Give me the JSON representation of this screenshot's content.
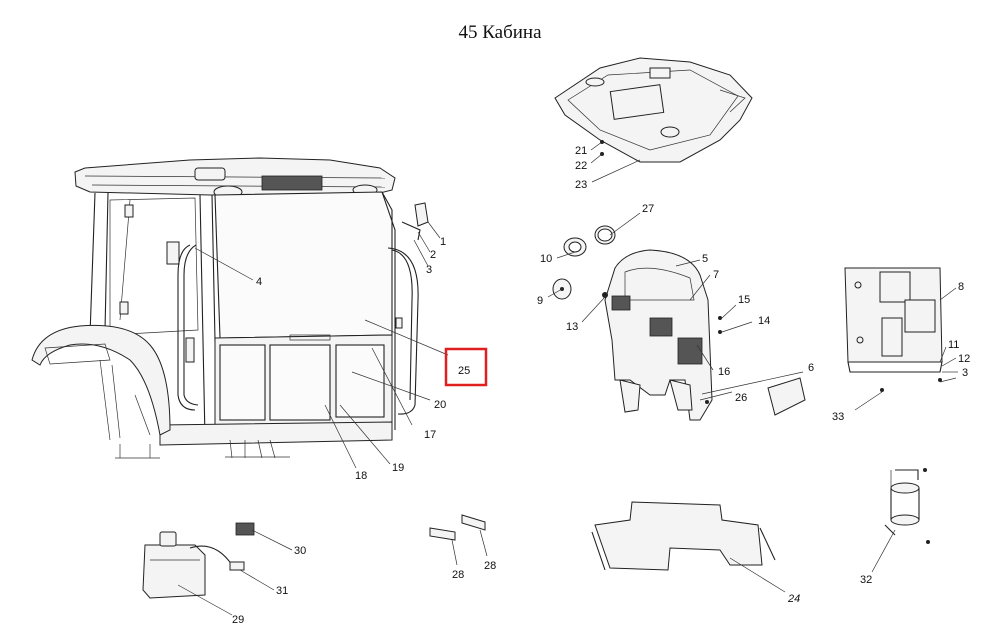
{
  "title": "45 Кабина",
  "highlight_color": "#e02020",
  "callouts": {
    "c1": "1",
    "c2": "2",
    "c3": "3",
    "c3b": "3",
    "c4": "4",
    "c5": "5",
    "c6": "6",
    "c7": "7",
    "c8": "8",
    "c9": "9",
    "c10": "10",
    "c11": "11",
    "c12": "12",
    "c13": "13",
    "c14": "14",
    "c15": "15",
    "c16": "16",
    "c17": "17",
    "c18": "18",
    "c19": "19",
    "c20": "20",
    "c21": "21",
    "c22": "22",
    "c23": "23",
    "c24": "24",
    "c25": "25",
    "c26": "26",
    "c27": "27",
    "c28a": "28",
    "c28b": "28",
    "c29": "29",
    "c30": "30",
    "c31": "31",
    "c32": "32",
    "c33": "33"
  }
}
